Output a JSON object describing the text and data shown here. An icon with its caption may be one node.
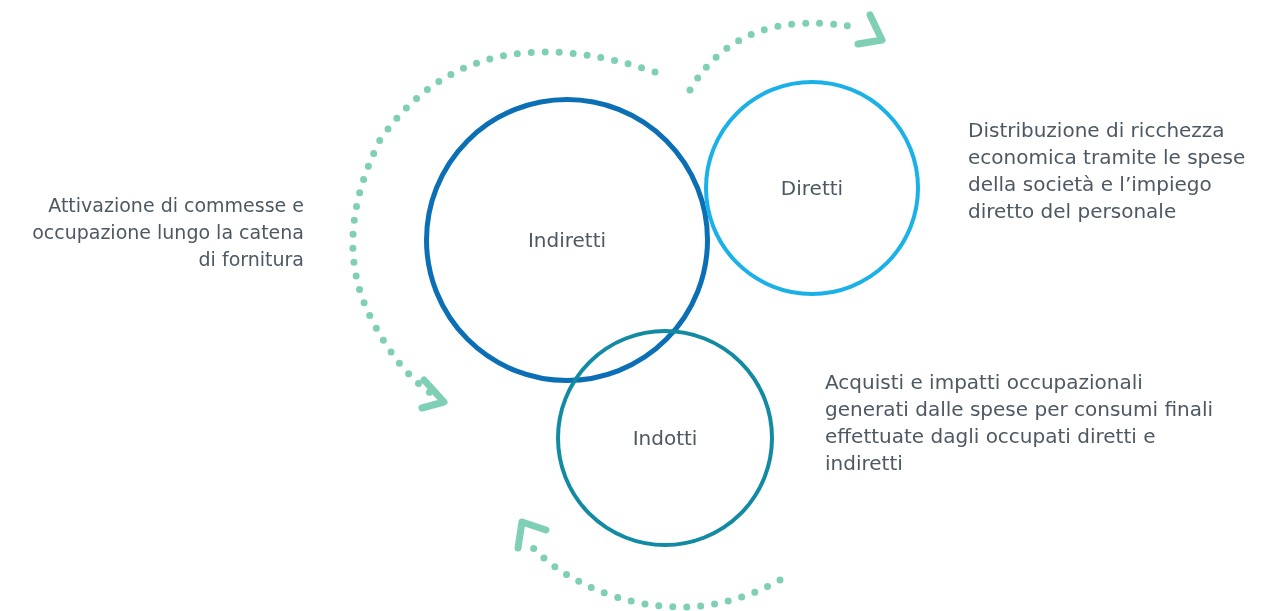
{
  "diagram": {
    "nodes": [
      {
        "text": [
          "Indiretti"
        ]
      },
      {
        "text": [
          "Diretti"
        ],
        "beside": [
          "Distribuzione di ricchezza economica tramite le spese della società e l’impiego diretto del personale"
        ]
      },
      {
        "text": [
          "Indotti"
        ],
        "beside": [
          "Acquisti e impatti occupazionali generati dalle spese per consumi finali effettuate dagli occupati diretti e indiretti"
        ]
      }
    ],
    "edges": [],
    "labels": [
      "Attivazione di commesse e occupazione lungo la catena di fornitura"
    ]
  }
}
